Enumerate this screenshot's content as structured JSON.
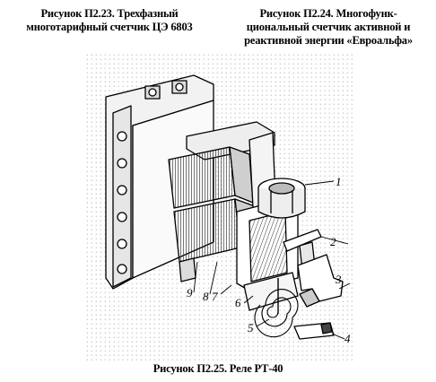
{
  "captions": {
    "left": [
      "Рисунок П2.23. Трехфазный",
      "многотарифный счетчик ЦЭ 6803"
    ],
    "right": [
      "Рисунок П2.24. Многофунк-",
      "циональный счетчик активной и",
      "реактивной энергии «Евроальфа»"
    ],
    "bottom": "Рисунок П2.25. Реле РТ-40"
  },
  "figure": {
    "labels": [
      "1",
      "2",
      "3",
      "4",
      "5",
      "6",
      "7",
      "8",
      "9"
    ]
  }
}
